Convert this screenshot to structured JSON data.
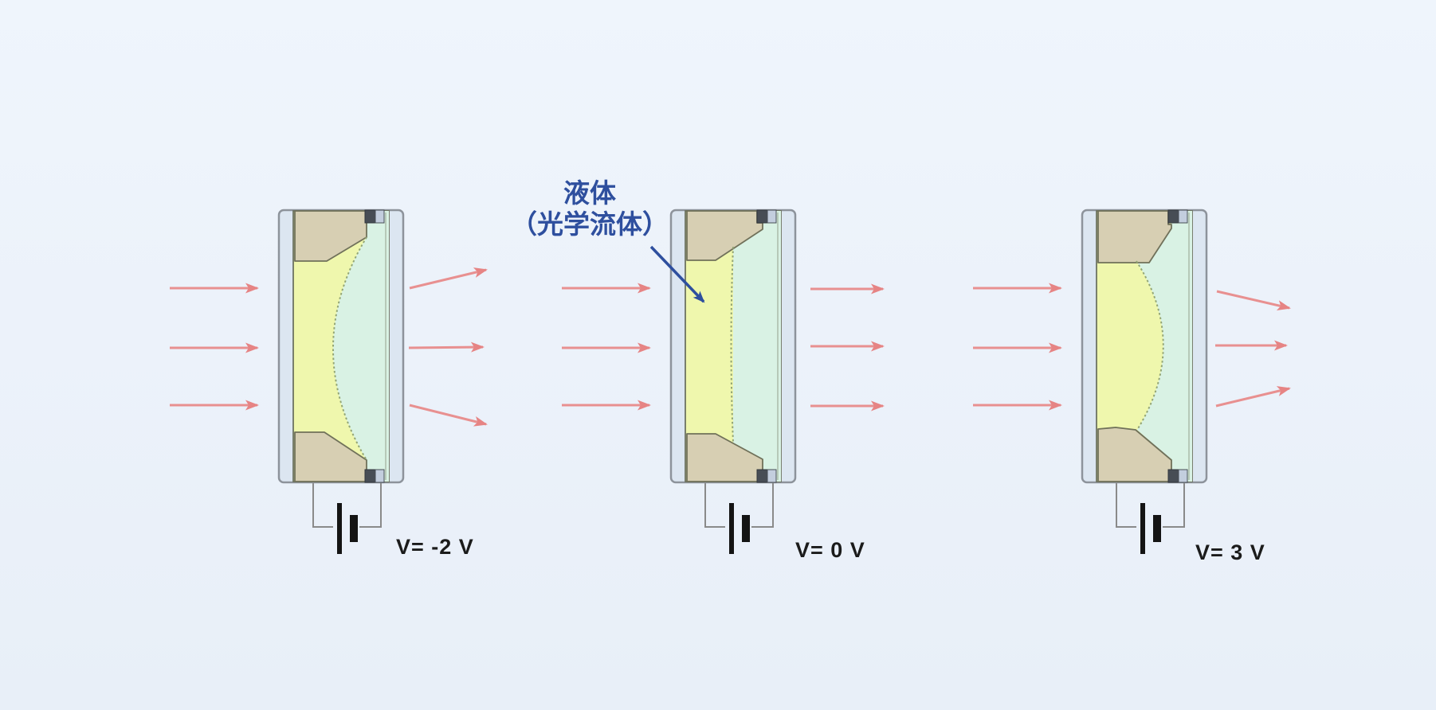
{
  "annotation": {
    "line1": "液体",
    "line2": "（光学流体）"
  },
  "lenses": [
    {
      "voltage_label": "V= -2 V",
      "output_beam": "diverging"
    },
    {
      "voltage_label": "V= 0 V",
      "output_beam": "collimated"
    },
    {
      "voltage_label": "V= 3 V",
      "output_beam": "converging"
    }
  ],
  "colors": {
    "background": "#edf3fa",
    "frame": "#dce6f1",
    "liquid_left_yellow": "#eff7ad",
    "liquid_right_cyan": "#d9f2e4",
    "electrode_tan": "#d7cfb3",
    "light_ray_red": "#e89090",
    "annotation_blue": "#2e4f9e",
    "voltage_text": "#1b1b1b"
  }
}
